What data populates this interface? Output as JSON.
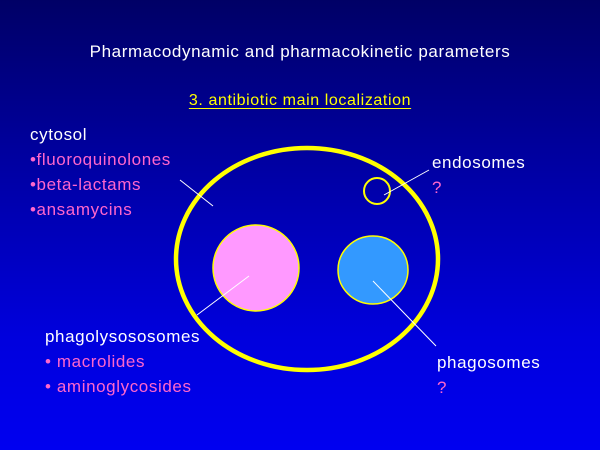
{
  "slide": {
    "title": "Pharmacodynamic and pharmacokinetic parameters",
    "subtitle": "3. antibiotic main localization"
  },
  "labels": {
    "cytosol": {
      "heading": "cytosol",
      "items": [
        "•fluoroquinolones",
        "•beta-lactams",
        "•ansamycins"
      ]
    },
    "endosomes": {
      "heading": "endosomes",
      "note": "?"
    },
    "phagolysosomes": {
      "heading": "phagolysososomes",
      "items": [
        "• macrolides",
        "• aminoglycosides"
      ]
    },
    "phagosomes": {
      "heading": "phagosomes",
      "note": "?"
    }
  },
  "colors": {
    "cell_outline": "#ffff00",
    "phagolysosome_fill": "#ff99ff",
    "phagosome_fill": "#3399ff",
    "endosome_outline": "#ffff00",
    "heading_text": "#ffffff",
    "drug_text": "#ff66cc",
    "subtitle_text": "#ffff00",
    "leader_line": "#ffffff"
  }
}
